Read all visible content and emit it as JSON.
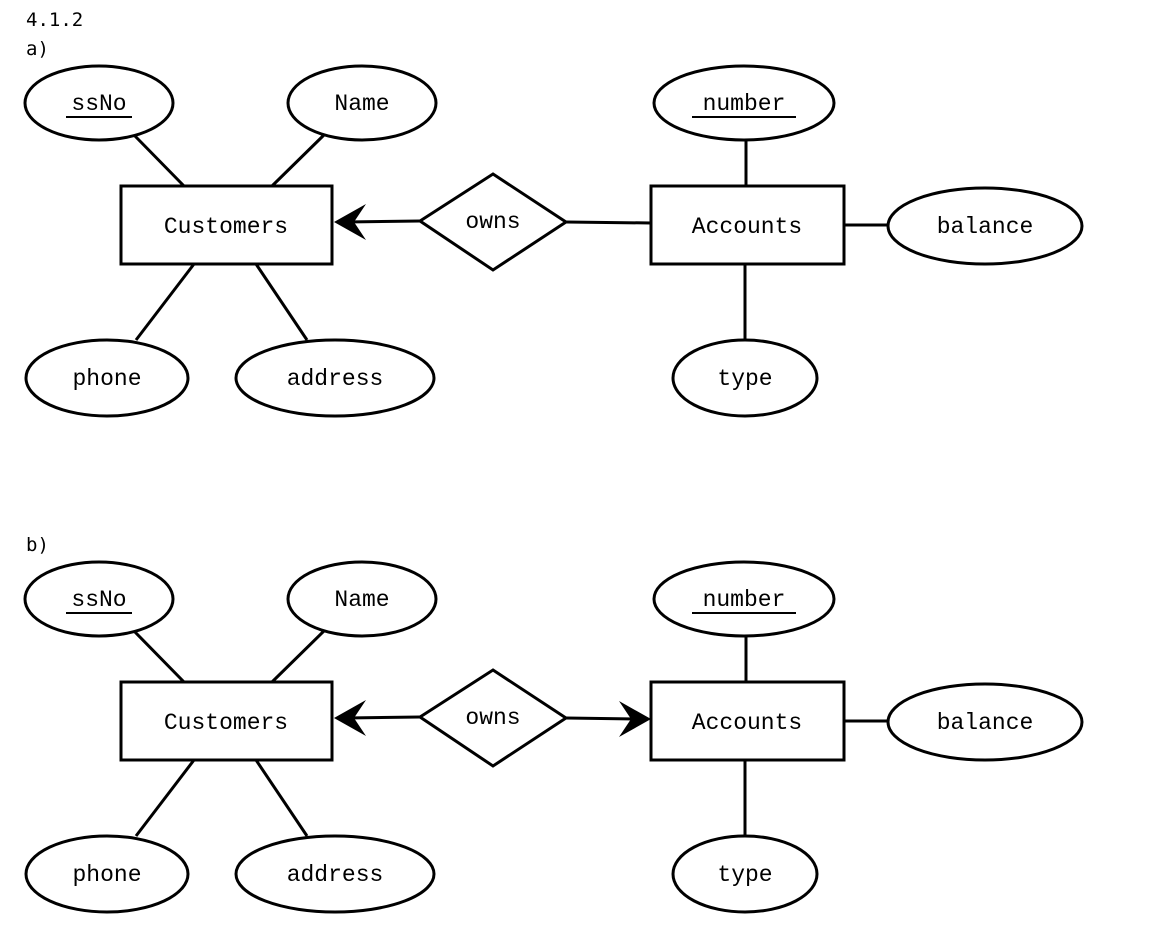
{
  "section_number": "4.1.2",
  "diagrams": [
    {
      "label": "a)",
      "entities": {
        "left": "Customers",
        "right": "Accounts"
      },
      "relationship": "owns",
      "customer_attributes": {
        "key": "ssNo",
        "name": "Name",
        "phone": "phone",
        "address": "address"
      },
      "account_attributes": {
        "key": "number",
        "balance": "balance",
        "type": "type"
      },
      "arrows": {
        "to_customers": true,
        "to_accounts": false
      }
    },
    {
      "label": "b)",
      "entities": {
        "left": "Customers",
        "right": "Accounts"
      },
      "relationship": "owns",
      "customer_attributes": {
        "key": "ssNo",
        "name": "Name",
        "phone": "phone",
        "address": "address"
      },
      "account_attributes": {
        "key": "number",
        "balance": "balance",
        "type": "type"
      },
      "arrows": {
        "to_customers": true,
        "to_accounts": true
      }
    }
  ]
}
